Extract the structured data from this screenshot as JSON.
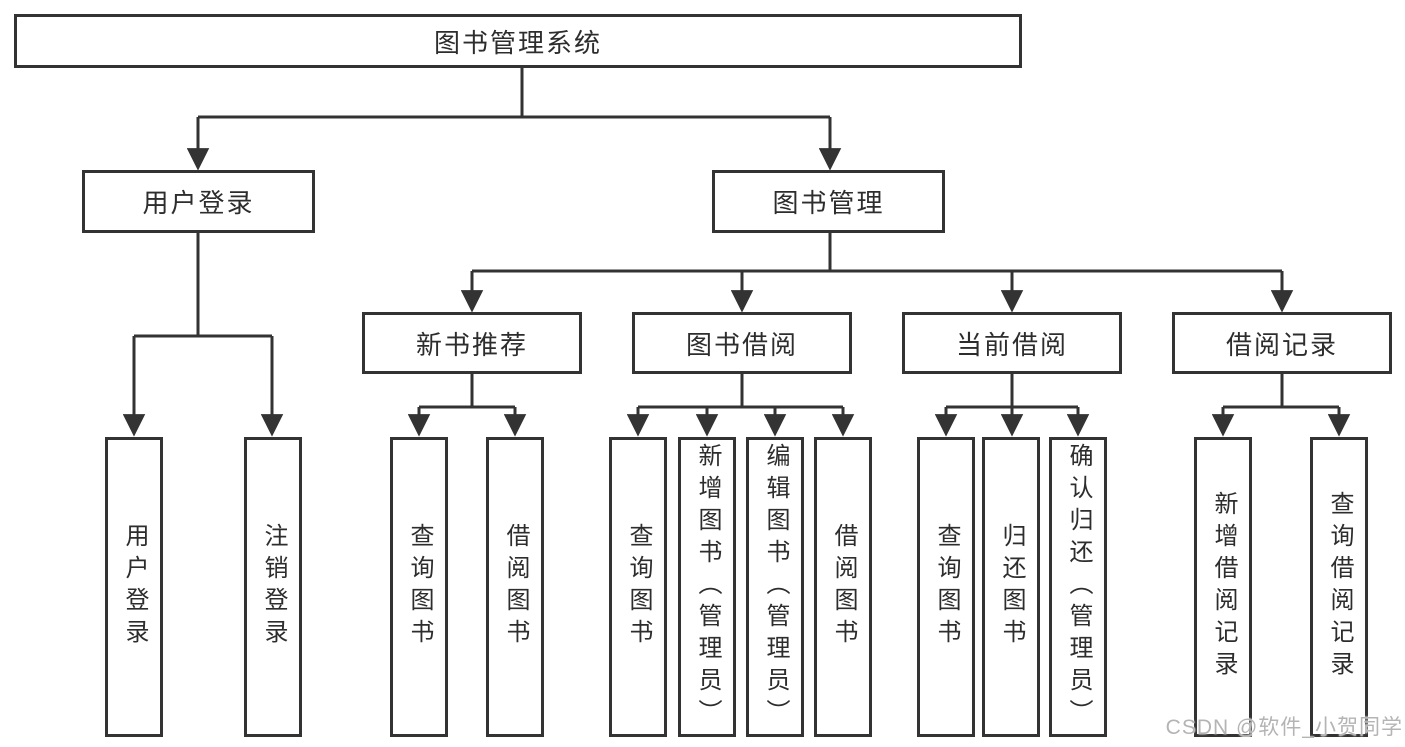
{
  "diagram": {
    "title": "图书管理系统",
    "nodes": {
      "root": "图书管理系统",
      "l1": [
        "用户登录",
        "图书管理"
      ],
      "l2": [
        "新书推荐",
        "图书借阅",
        "当前借阅",
        "借阅记录"
      ],
      "leaves_login": [
        "用户登录",
        "注销登录"
      ],
      "leaves_recommend": [
        "查询图书",
        "借阅图书"
      ],
      "leaves_borrow": [
        "查询图书",
        "新增图书（管理员）",
        "编辑图书（管理员）",
        "借阅图书"
      ],
      "leaves_current": [
        "查询图书",
        "归还图书",
        "确认归还（管理员）"
      ],
      "leaves_records": [
        "新增借阅记录",
        "查询借阅记录"
      ]
    },
    "hierarchy": {
      "图书管理系统": {
        "用户登录": [
          "用户登录",
          "注销登录"
        ],
        "图书管理": {
          "新书推荐": [
            "查询图书",
            "借阅图书"
          ],
          "图书借阅": [
            "查询图书",
            "新增图书（管理员）",
            "编辑图书（管理员）",
            "借阅图书"
          ],
          "当前借阅": [
            "查询图书",
            "归还图书",
            "确认归还（管理员）"
          ],
          "借阅记录": [
            "新增借阅记录",
            "查询借阅记录"
          ]
        }
      }
    }
  },
  "watermark": {
    "text": "CSDN @软件_小贺同学"
  },
  "colors": {
    "line": "#333333",
    "box_border": "#333333",
    "text": "#2d2d2d",
    "watermark": "#b4b4b4",
    "background": "#ffffff"
  }
}
